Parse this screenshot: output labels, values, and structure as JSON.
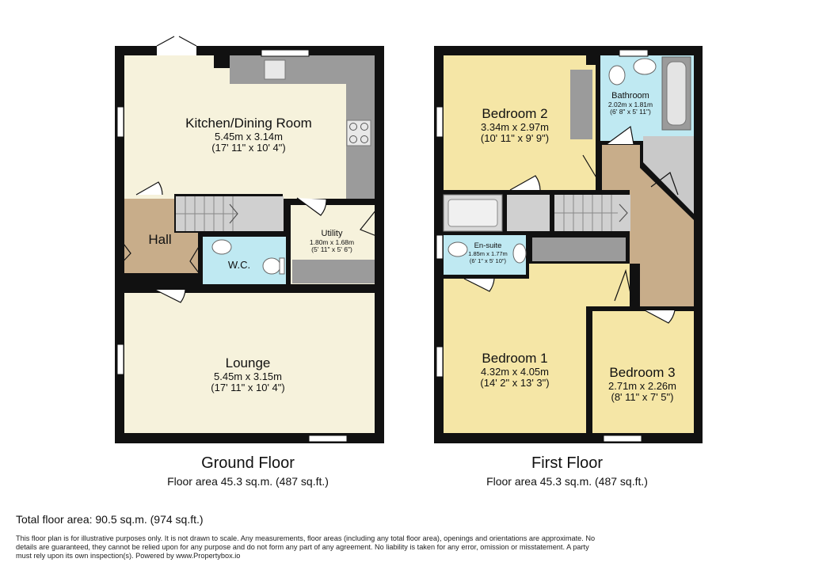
{
  "rooms": {
    "kitchen": {
      "name": "Kitchen/Dining Room",
      "metric": "5.45m x 3.14m",
      "imperial": "(17' 11\" x 10' 4\")"
    },
    "hall": {
      "name": "Hall"
    },
    "wc": {
      "name": "W.C."
    },
    "utility": {
      "name": "Utility",
      "metric": "1.80m x 1.68m",
      "imperial": "(5' 11\" x 5' 6\")"
    },
    "lounge": {
      "name": "Lounge",
      "metric": "5.45m x 3.15m",
      "imperial": "(17' 11\" x 10' 4\")"
    },
    "bedroom2": {
      "name": "Bedroom 2",
      "metric": "3.34m x 2.97m",
      "imperial": "(10' 11\" x 9' 9\")"
    },
    "bathroom": {
      "name": "Bathroom",
      "metric": "2.02m x 1.81m",
      "imperial": "(6' 8\" x 5' 11\")"
    },
    "ensuite": {
      "name": "En-suite",
      "metric": "1.85m x 1.77m",
      "imperial": "(6' 1\" x 5' 10\")"
    },
    "bedroom1": {
      "name": "Bedroom 1",
      "metric": "4.32m x 4.05m",
      "imperial": "(14' 2\" x 13' 3\")"
    },
    "bedroom3": {
      "name": "Bedroom 3",
      "metric": "2.71m x 2.26m",
      "imperial": "(8' 11\" x 7' 5\")"
    }
  },
  "floors": {
    "ground": {
      "title": "Ground Floor",
      "area": "Floor area 45.3 sq.m. (487 sq.ft.)"
    },
    "first": {
      "title": "First Floor",
      "area": "Floor area 45.3 sq.m. (487 sq.ft.)"
    }
  },
  "total_area": "Total floor area: 90.5 sq.m. (974 sq.ft.)",
  "disclaimer": "This floor plan is for illustrative purposes only. It is not drawn to scale. Any measurements, floor areas (including any total floor area), openings and orientations are approximate. No details are guaranteed, they cannot be relied upon for any purpose and do not form any part of any agreement. No liability is taken for any error, omission or misstatement. A party must rely upon its own inspection(s). Powered by www.Propertybox.io",
  "colors": {
    "wall": "#111111",
    "living": "#f6f2dc",
    "bedroom": "#f5e6a6",
    "circulation": "#c8ad8a",
    "wet_room": "#bfe9f2",
    "fixture": "#9b9b9b",
    "stairs": "#d0d0d0"
  }
}
